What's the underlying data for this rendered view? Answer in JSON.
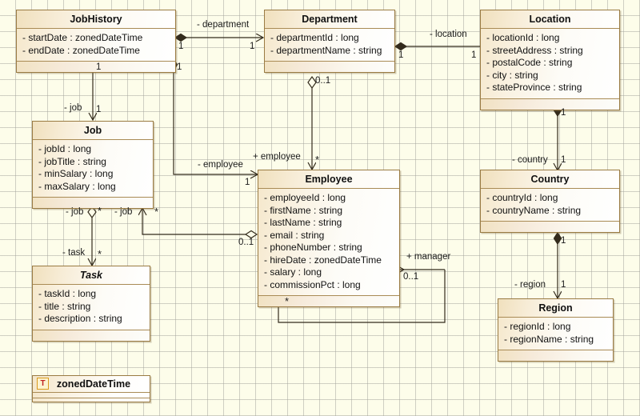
{
  "diagram": {
    "type": "uml-class-diagram",
    "background": "#fdfdea",
    "grid": true,
    "box_border_color": "#9a7b43"
  },
  "classes": [
    {
      "id": "jobhistory",
      "name": "JobHistory",
      "abstract": false,
      "attributes": [
        "- startDate : zonedDateTime",
        "- endDate : zonedDateTime"
      ]
    },
    {
      "id": "department",
      "name": "Department",
      "abstract": false,
      "attributes": [
        "- departmentId : long",
        "- departmentName : string"
      ]
    },
    {
      "id": "location",
      "name": "Location",
      "abstract": false,
      "attributes": [
        "- locationId : long",
        "- streetAddress : string",
        "- postalCode : string",
        "- city : string",
        "- stateProvince : string"
      ]
    },
    {
      "id": "job",
      "name": "Job",
      "abstract": false,
      "attributes": [
        "- jobId : long",
        "- jobTitle : string",
        "- minSalary : long",
        "- maxSalary : long"
      ]
    },
    {
      "id": "employee",
      "name": "Employee",
      "abstract": false,
      "attributes": [
        "- employeeId : long",
        "- firstName : string",
        "- lastName : string",
        "- email : string",
        "- phoneNumber : string",
        "- hireDate : zonedDateTime",
        "- salary : long",
        "- commissionPct : long"
      ]
    },
    {
      "id": "country",
      "name": "Country",
      "abstract": false,
      "attributes": [
        "- countryId : long",
        "- countryName : string"
      ]
    },
    {
      "id": "task",
      "name": "Task",
      "abstract": true,
      "attributes": [
        "- taskId : long",
        "- title : string",
        "- description : string"
      ]
    },
    {
      "id": "region",
      "name": "Region",
      "abstract": false,
      "attributes": [
        "- regionId : long",
        "- regionName : string"
      ]
    }
  ],
  "datatype": {
    "id": "zoneddatetime",
    "badge": "T",
    "name": "zonedDateTime"
  },
  "associations": [
    {
      "id": "jobhistory-department",
      "from": "JobHistory",
      "to": "Department",
      "role": "- department",
      "source_mult": "1",
      "target_mult": "1",
      "kind": "composition"
    },
    {
      "id": "department-location",
      "from": "Department",
      "to": "Location",
      "role": "- location",
      "source_mult": "1",
      "target_mult": "1",
      "kind": "composition"
    },
    {
      "id": "jobhistory-job",
      "from": "JobHistory",
      "to": "Job",
      "role": "- job",
      "source_mult": "1",
      "target_mult": "1",
      "kind": "composition"
    },
    {
      "id": "jobhistory-employee",
      "from": "JobHistory",
      "to": "Employee",
      "role": "- employee",
      "source_mult": "1",
      "target_mult": "1",
      "kind": "composition"
    },
    {
      "id": "department-employee",
      "from": "Department",
      "to": "Employee",
      "role": "+ employee",
      "source_mult": "0..1",
      "target_mult": "*",
      "kind": "aggregation"
    },
    {
      "id": "location-country",
      "from": "Location",
      "to": "Country",
      "role": "- country",
      "source_mult": "1",
      "target_mult": "1",
      "kind": "composition"
    },
    {
      "id": "country-region",
      "from": "Country",
      "to": "Region",
      "role": "- region",
      "source_mult": "1",
      "target_mult": "1",
      "kind": "composition"
    },
    {
      "id": "job-task",
      "from": "Job",
      "to": "Task",
      "role_source": "- job",
      "role_target": "- task",
      "source_mult": "*",
      "target_mult": "*",
      "kind": "aggregation"
    },
    {
      "id": "employee-job",
      "from": "Employee",
      "to": "Job",
      "role_source": "0..1",
      "role_target": "- job",
      "source_mult": "0..1",
      "target_mult": "*",
      "kind": "aggregation"
    },
    {
      "id": "employee-manager",
      "from": "Employee",
      "to": "Employee",
      "role": "+ manager",
      "source_mult": "*",
      "target_mult": "0..1",
      "kind": "aggregation"
    }
  ],
  "labels": {
    "department": "- department",
    "location": "- location",
    "job_from_jobhistory": "- job",
    "employee_from_jobhistory": "- employee",
    "employee_from_department": "+ employee",
    "country": "- country",
    "region": "- region",
    "job_to_task": "- job",
    "task": "- task",
    "job_from_employee": "- job",
    "manager": "+ manager"
  },
  "multiplicities": {
    "one": "1",
    "many": "*",
    "zero_or_one": "0..1"
  }
}
